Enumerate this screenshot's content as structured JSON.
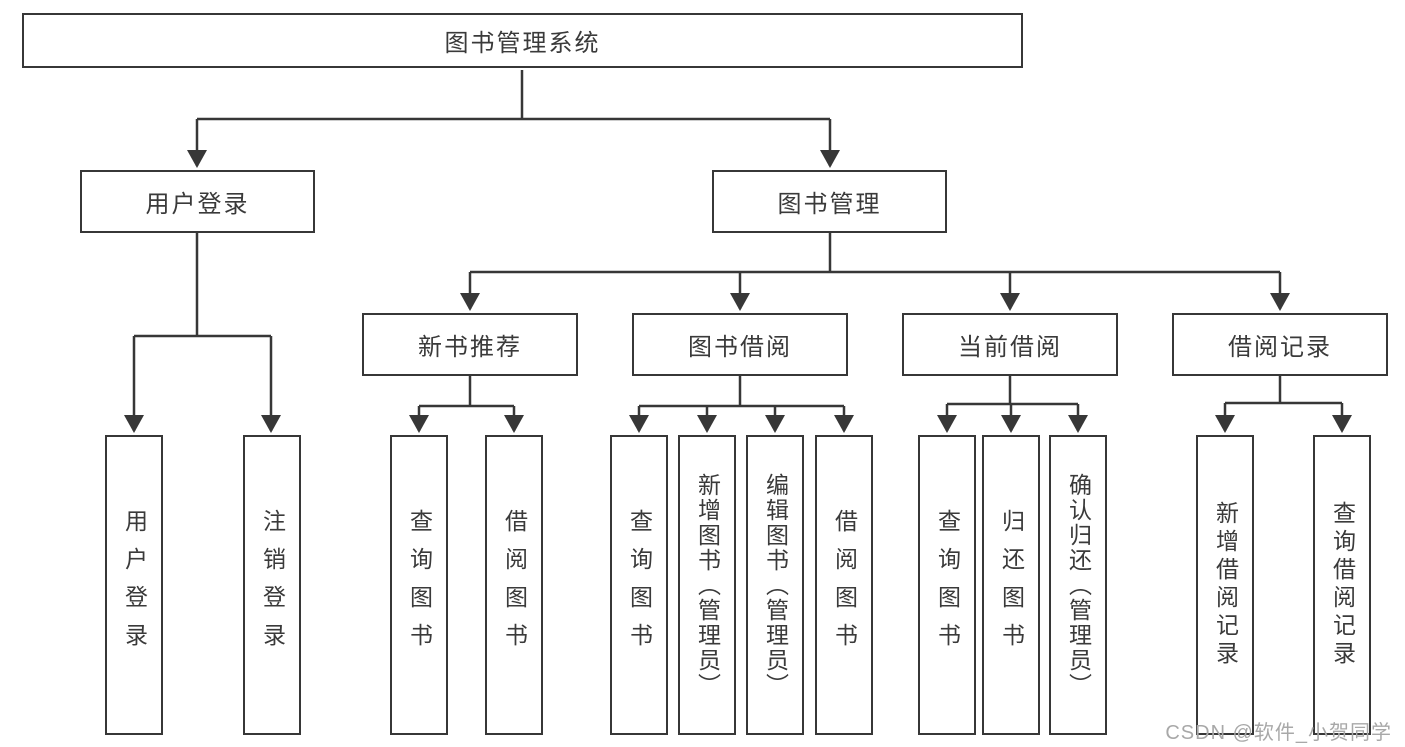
{
  "diagram": {
    "root": {
      "label": "图书管理系统",
      "children": [
        {
          "label": "用户登录",
          "children": [
            {
              "label": "用户登录"
            },
            {
              "label": "注销登录"
            }
          ]
        },
        {
          "label": "图书管理",
          "children": [
            {
              "label": "新书推荐",
              "children": [
                {
                  "label": "查询图书"
                },
                {
                  "label": "借阅图书"
                }
              ]
            },
            {
              "label": "图书借阅",
              "children": [
                {
                  "label": "查询图书"
                },
                {
                  "label": "新增图书（管理员）"
                },
                {
                  "label": "编辑图书（管理员）"
                },
                {
                  "label": "借阅图书"
                }
              ]
            },
            {
              "label": "当前借阅",
              "children": [
                {
                  "label": "查询图书"
                },
                {
                  "label": "归还图书"
                },
                {
                  "label": "确认归还（管理员）"
                }
              ]
            },
            {
              "label": "借阅记录",
              "children": [
                {
                  "label": "新增借阅记录"
                },
                {
                  "label": "查询借阅记录"
                }
              ]
            }
          ]
        }
      ]
    },
    "watermark": {
      "text": "CSDN @软件_小贺同学"
    },
    "colors": {
      "line": "#373737",
      "text": "#3a3a3a",
      "box_background": "#ffffff",
      "watermark": "#a8a8a8",
      "background": "#ffffff"
    }
  }
}
